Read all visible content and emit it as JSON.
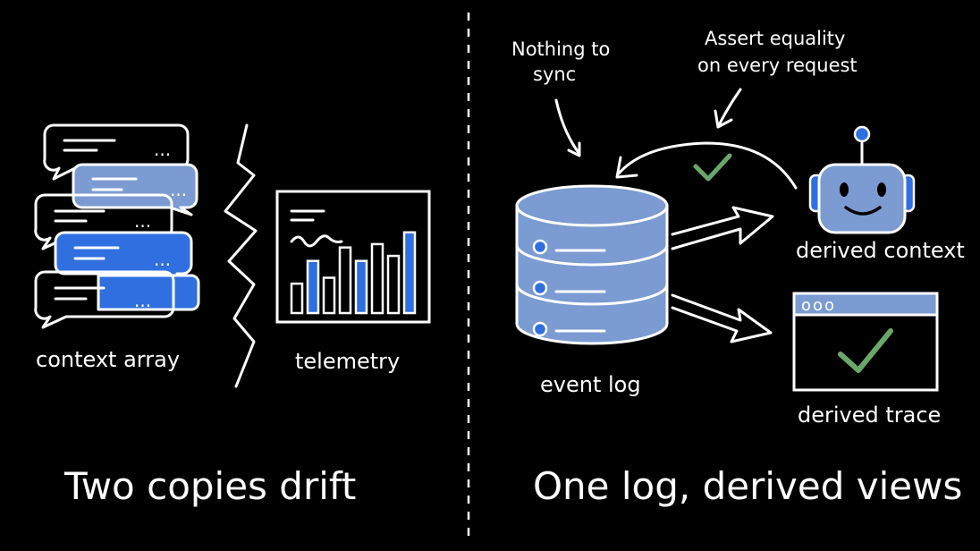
{
  "left_panel": {
    "caption": "Two copies drift",
    "context_array_label": "context array",
    "telemetry_label": "telemetry",
    "bubble_dots": "..."
  },
  "right_panel": {
    "caption": "One log, derived views",
    "note_sync": [
      "Nothing to",
      "sync"
    ],
    "note_assert": [
      "Assert equality",
      "on every request"
    ],
    "event_log_label": "event log",
    "derived_context_label": "derived context",
    "derived_trace_label": "derived trace",
    "window_dots": "ooo"
  },
  "colors": {
    "background": "#000000",
    "accent_blue": "#2f6fe0",
    "light_blue": "#7b9bd2",
    "check_green": "#6aa86a",
    "stroke": "#ffffff"
  },
  "telemetry_bars": [
    0.35,
    0.62,
    0.42,
    0.78,
    0.62,
    0.82,
    0.68,
    0.96
  ],
  "telemetry_bar_highlight": [
    false,
    true,
    false,
    false,
    true,
    false,
    false,
    true
  ]
}
